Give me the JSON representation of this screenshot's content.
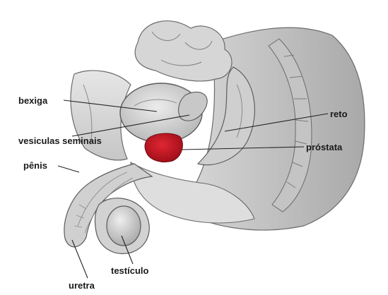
{
  "figure": {
    "highlight_color": "#c1121f",
    "labels": {
      "bexiga": "bexiga",
      "vesiculas": "vesiculas seminais",
      "penis": "pênis",
      "reto": "reto",
      "prostata": "próstata",
      "testiculo": "testículo",
      "uretra": "uretra"
    }
  }
}
